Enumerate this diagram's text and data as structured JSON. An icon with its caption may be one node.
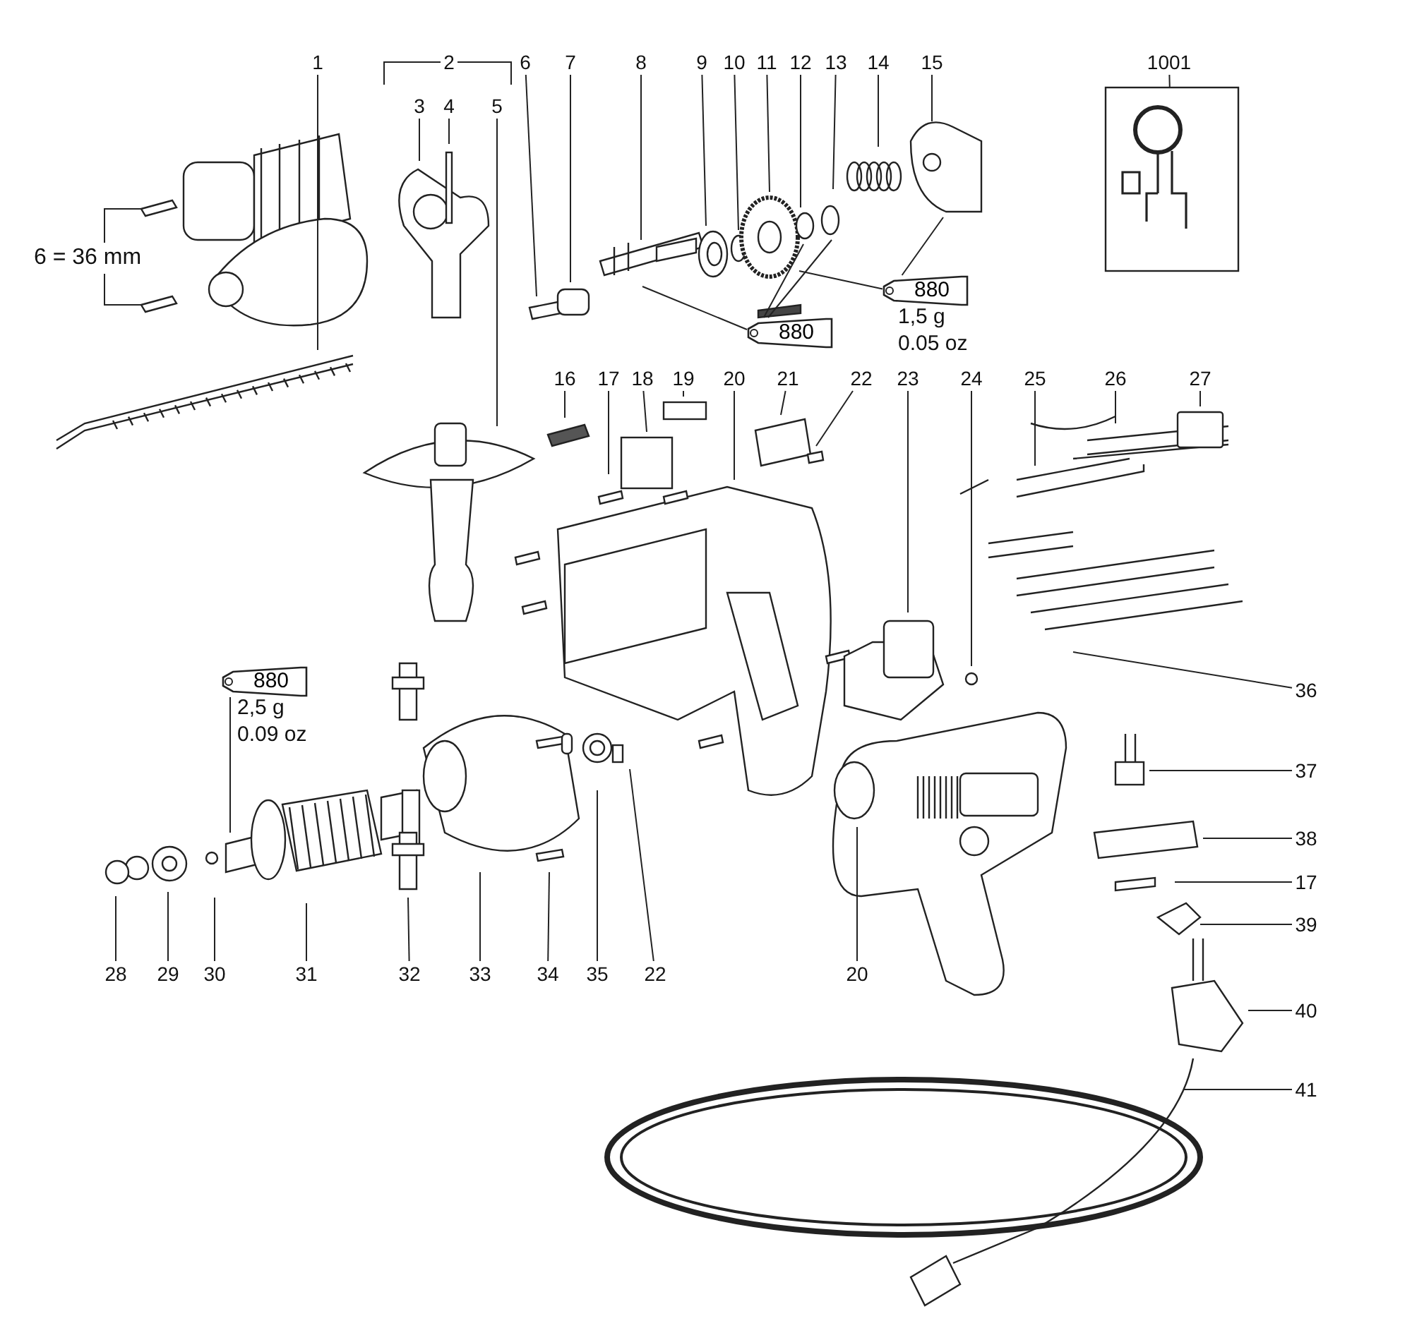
{
  "diagram": {
    "nodes": [
      {
        "text": [
          "1"
        ]
      },
      {
        "text": [
          "2"
        ]
      },
      {
        "text": [
          "3"
        ]
      },
      {
        "text": [
          "4"
        ]
      },
      {
        "text": [
          "5"
        ]
      },
      {
        "text": [
          "6"
        ]
      },
      {
        "text": [
          "7"
        ]
      },
      {
        "text": [
          "8"
        ]
      },
      {
        "text": [
          "9"
        ]
      },
      {
        "text": [
          "10"
        ]
      },
      {
        "text": [
          "11"
        ]
      },
      {
        "text": [
          "12"
        ]
      },
      {
        "text": [
          "13"
        ]
      },
      {
        "text": [
          "14"
        ]
      },
      {
        "text": [
          "15"
        ]
      },
      {
        "text": [
          "1001"
        ]
      },
      {
        "text": [],
        "shape": "picture"
      },
      {
        "text": [
          "880"
        ],
        "beside": [
          "1,5 g",
          "0.05 oz"
        ]
      },
      {
        "text": [
          "880"
        ]
      },
      {
        "text": [
          "16"
        ]
      },
      {
        "text": [
          "17"
        ]
      },
      {
        "text": [
          "18"
        ]
      },
      {
        "text": [
          "19"
        ]
      },
      {
        "text": [
          "20"
        ]
      },
      {
        "text": [
          "21"
        ]
      },
      {
        "text": [
          "22"
        ]
      },
      {
        "text": [
          "23"
        ]
      },
      {
        "text": [
          "24"
        ]
      },
      {
        "text": [
          "25"
        ]
      },
      {
        "text": [
          "26"
        ]
      },
      {
        "text": [
          "27"
        ]
      },
      {
        "text": [
          "880"
        ],
        "beside": [
          "2,5 g",
          "0.09 oz"
        ]
      },
      {
        "text": [
          "36"
        ]
      },
      {
        "text": [
          "37"
        ]
      },
      {
        "text": [
          "38"
        ]
      },
      {
        "text": [
          "17"
        ]
      },
      {
        "text": [
          "39"
        ]
      },
      {
        "text": [
          "40"
        ]
      },
      {
        "text": [
          "41"
        ]
      },
      {
        "text": [
          "28"
        ]
      },
      {
        "text": [
          "29"
        ]
      },
      {
        "text": [
          "30"
        ]
      },
      {
        "text": [
          "31"
        ]
      },
      {
        "text": [
          "32"
        ]
      },
      {
        "text": [
          "33"
        ]
      },
      {
        "text": [
          "34"
        ]
      },
      {
        "text": [
          "35"
        ]
      },
      {
        "text": [
          "22"
        ]
      },
      {
        "text": [
          "20"
        ]
      }
    ],
    "edges": [
      {
        "from": 0,
        "to": null,
        "arrow": "none"
      },
      {
        "from": 1,
        "to": null,
        "arrow": "none"
      },
      {
        "from": 2,
        "to": null,
        "arrow": "none"
      },
      {
        "from": 3,
        "to": null,
        "arrow": "none"
      },
      {
        "from": 4,
        "to": null,
        "arrow": "none"
      },
      {
        "from": 5,
        "to": null,
        "arrow": "none"
      },
      {
        "from": 6,
        "to": null,
        "arrow": "none"
      },
      {
        "from": 7,
        "to": null,
        "arrow": "none"
      },
      {
        "from": 8,
        "to": null,
        "arrow": "none"
      },
      {
        "from": 9,
        "to": null,
        "arrow": "none"
      },
      {
        "from": 10,
        "to": null,
        "arrow": "none"
      },
      {
        "from": 11,
        "to": null,
        "arrow": "none"
      },
      {
        "from": 12,
        "to": null,
        "arrow": "none"
      },
      {
        "from": 13,
        "to": null,
        "arrow": "none"
      },
      {
        "from": 14,
        "to": null,
        "arrow": "none"
      },
      {
        "from": 15,
        "to": 16,
        "arrow": "none"
      },
      {
        "from": 17,
        "to": null,
        "arrow": "none"
      },
      {
        "from": 17,
        "to": null,
        "arrow": "none"
      },
      {
        "from": 18,
        "to": null,
        "arrow": "none"
      },
      {
        "from": 18,
        "to": null,
        "arrow": "none"
      },
      {
        "from": 18,
        "to": null,
        "arrow": "none"
      },
      {
        "from": 19,
        "to": null,
        "arrow": "none"
      },
      {
        "from": 20,
        "to": null,
        "arrow": "none"
      },
      {
        "from": 21,
        "to": null,
        "arrow": "none"
      },
      {
        "from": 22,
        "to": null,
        "arrow": "none"
      },
      {
        "from": 23,
        "to": null,
        "arrow": "none"
      },
      {
        "from": 24,
        "to": null,
        "arrow": "none"
      },
      {
        "from": 25,
        "to": null,
        "arrow": "none"
      },
      {
        "from": 26,
        "to": null,
        "arrow": "none"
      },
      {
        "from": 27,
        "to": null,
        "arrow": "none"
      },
      {
        "from": 28,
        "to": null,
        "arrow": "none"
      },
      {
        "from": 29,
        "to": null,
        "arrow": "none"
      },
      {
        "from": 30,
        "to": null,
        "arrow": "none"
      },
      {
        "from": 31,
        "to": null,
        "arrow": "none"
      },
      {
        "from": 32,
        "to": null,
        "arrow": "none"
      },
      {
        "from": 33,
        "to": null,
        "arrow": "none"
      },
      {
        "from": 34,
        "to": null,
        "arrow": "none"
      },
      {
        "from": 35,
        "to": null,
        "arrow": "none"
      },
      {
        "from": 36,
        "to": null,
        "arrow": "none"
      },
      {
        "from": 37,
        "to": null,
        "arrow": "none"
      },
      {
        "from": 38,
        "to": null,
        "arrow": "none"
      },
      {
        "from": 39,
        "to": null,
        "arrow": "none"
      },
      {
        "from": 40,
        "to": null,
        "arrow": "none"
      },
      {
        "from": 41,
        "to": null,
        "arrow": "none"
      },
      {
        "from": 42,
        "to": null,
        "arrow": "none"
      },
      {
        "from": 43,
        "to": null,
        "arrow": "none"
      },
      {
        "from": 44,
        "to": null,
        "arrow": "none"
      },
      {
        "from": 45,
        "to": null,
        "arrow": "none"
      },
      {
        "from": 46,
        "to": null,
        "arrow": "none"
      },
      {
        "from": 47,
        "to": null,
        "arrow": "none"
      },
      {
        "from": 48,
        "to": null,
        "arrow": "none"
      }
    ],
    "labels": [
      "6 = 36 mm"
    ]
  }
}
